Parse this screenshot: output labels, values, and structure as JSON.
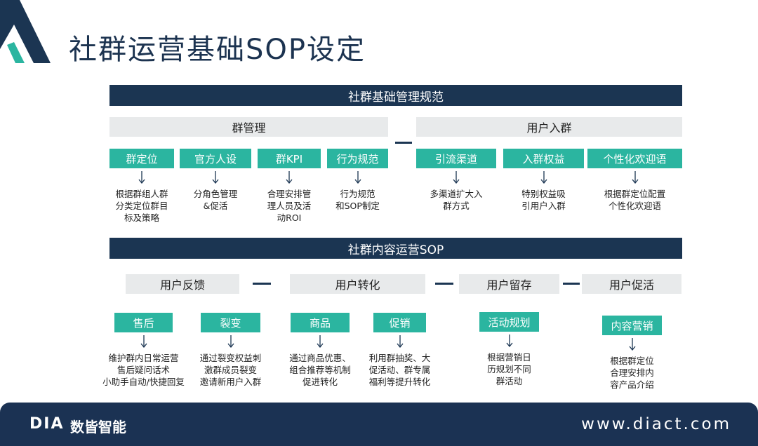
{
  "title": "社群运营基础SOP设定",
  "section1": {
    "title": "社群基础管理规范",
    "groups": [
      {
        "label": "群管理"
      },
      {
        "label": "用户入群"
      }
    ],
    "items": [
      {
        "label": "群定位",
        "desc": [
          "根据群组人群",
          "分类定位群目",
          "标及策略"
        ]
      },
      {
        "label": "官方人设",
        "desc": [
          "分角色管理",
          "&促活"
        ]
      },
      {
        "label": "群KPI",
        "desc": [
          "合理安排管",
          "理人员及活",
          "动ROI"
        ]
      },
      {
        "label": "行为规范",
        "desc": [
          "行为规范",
          "和SOP制定"
        ]
      },
      {
        "label": "引流渠道",
        "desc": [
          "多渠道扩大入",
          "群方式"
        ]
      },
      {
        "label": "入群权益",
        "desc": [
          "特别权益吸",
          "引用户入群"
        ]
      },
      {
        "label": "个性化欢迎语",
        "desc": [
          "根据群定位配置",
          "个性化欢迎语"
        ]
      }
    ]
  },
  "section2": {
    "title": "社群内容运营SOP",
    "groups": [
      {
        "label": "用户反馈"
      },
      {
        "label": "用户转化"
      },
      {
        "label": "用户留存"
      },
      {
        "label": "用户促活"
      }
    ],
    "items": [
      {
        "label": "售后",
        "desc": [
          "维护群内日常运营",
          "售后疑问话术",
          "小助手自动/快捷回复"
        ]
      },
      {
        "label": "裂变",
        "desc": [
          "通过裂变权益刺",
          "激群成员裂变",
          "邀请新用户入群"
        ]
      },
      {
        "label": "商品",
        "desc": [
          "通过商品优惠、",
          "组合推荐等机制",
          "促进转化"
        ]
      },
      {
        "label": "促销",
        "desc": [
          "利用群抽奖、大",
          "促活动、群专属",
          "福利等提升转化"
        ]
      },
      {
        "label": "活动规划",
        "desc": [
          "根据营销日",
          "历规划不同",
          "群活动"
        ]
      },
      {
        "label": "内容营销",
        "desc": [
          "根据群定位",
          "合理安排内",
          "容产品介绍"
        ]
      }
    ]
  },
  "footer": {
    "brand_latin": "DIA",
    "brand_cn": "数皆智能",
    "url": "www.diact.com"
  },
  "colors": {
    "navy": "#1b3552",
    "teal": "#2bb5a0",
    "gray": "#e8eaeb"
  }
}
